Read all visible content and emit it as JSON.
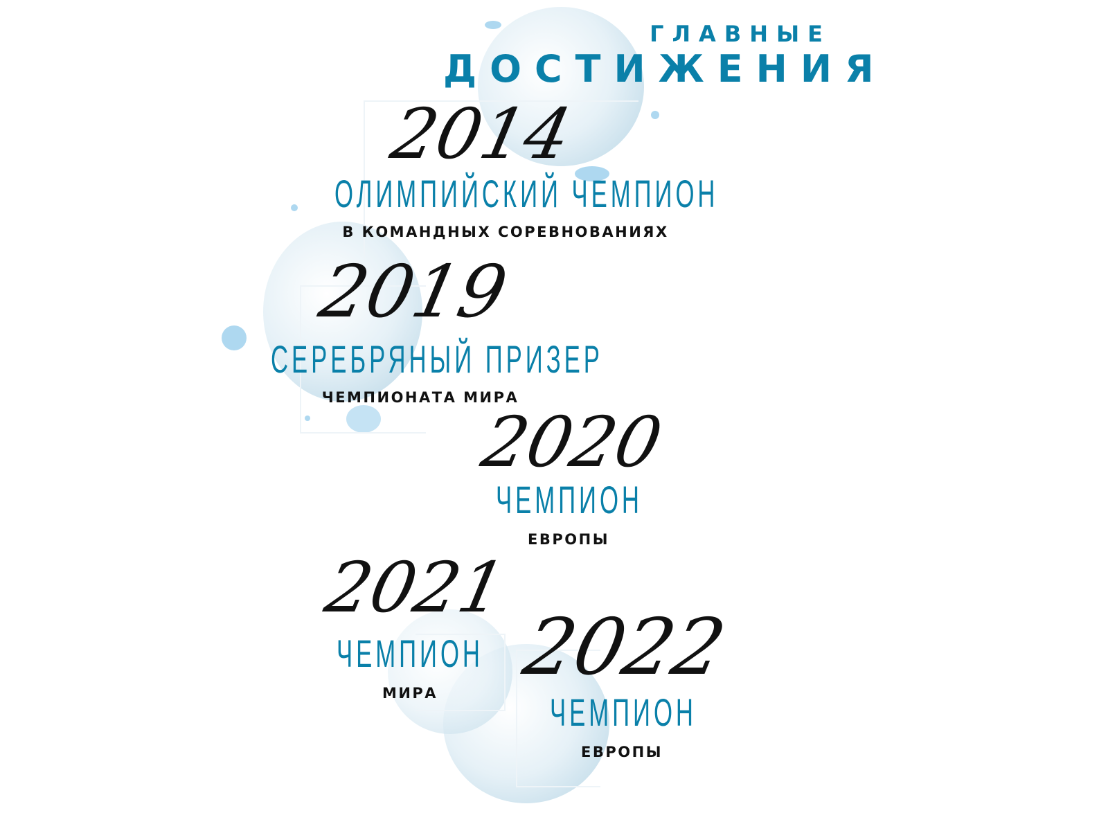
{
  "header": {
    "line1": "ГЛАВНЫЕ",
    "line2": "ДОСТИЖЕНИЯ"
  },
  "colors": {
    "accent": "#0a80a9",
    "text": "#111111"
  },
  "achievements": [
    {
      "year": "2014",
      "title": "ОЛИМПИЙСКИЙ ЧЕМПИОН",
      "subtitle": "В КОМАНДНЫХ СОРЕВНОВАНИЯХ"
    },
    {
      "year": "2019",
      "title": "СЕРЕБРЯНЫЙ ПРИЗЕР",
      "subtitle": "ЧЕМПИОНАТА МИРА"
    },
    {
      "year": "2020",
      "title": "ЧЕМПИОН",
      "subtitle": "ЕВРОПЫ"
    },
    {
      "year": "2021",
      "title": "ЧЕМПИОН",
      "subtitle": "МИРА"
    },
    {
      "year": "2022",
      "title": "ЧЕМПИОН",
      "subtitle": "ЕВРОПЫ"
    }
  ]
}
